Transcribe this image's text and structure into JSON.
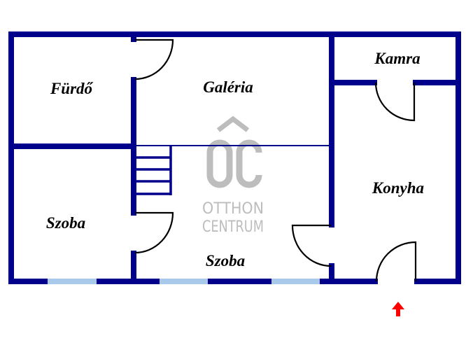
{
  "rooms": {
    "furdo": "Fürdő",
    "galeria": "Galéria",
    "kamra": "Kamra",
    "konyha": "Konyha",
    "szoba_left": "Szoba",
    "szoba_center": "Szoba"
  },
  "watermark": {
    "logo": "ÔC",
    "line1": "OTTHON",
    "line2": "CENTRUM"
  },
  "colors": {
    "wall": "#00008b",
    "window": "#a9c9ea",
    "entrance_arrow": "#ff0000",
    "watermark": "#bdbdbd"
  }
}
